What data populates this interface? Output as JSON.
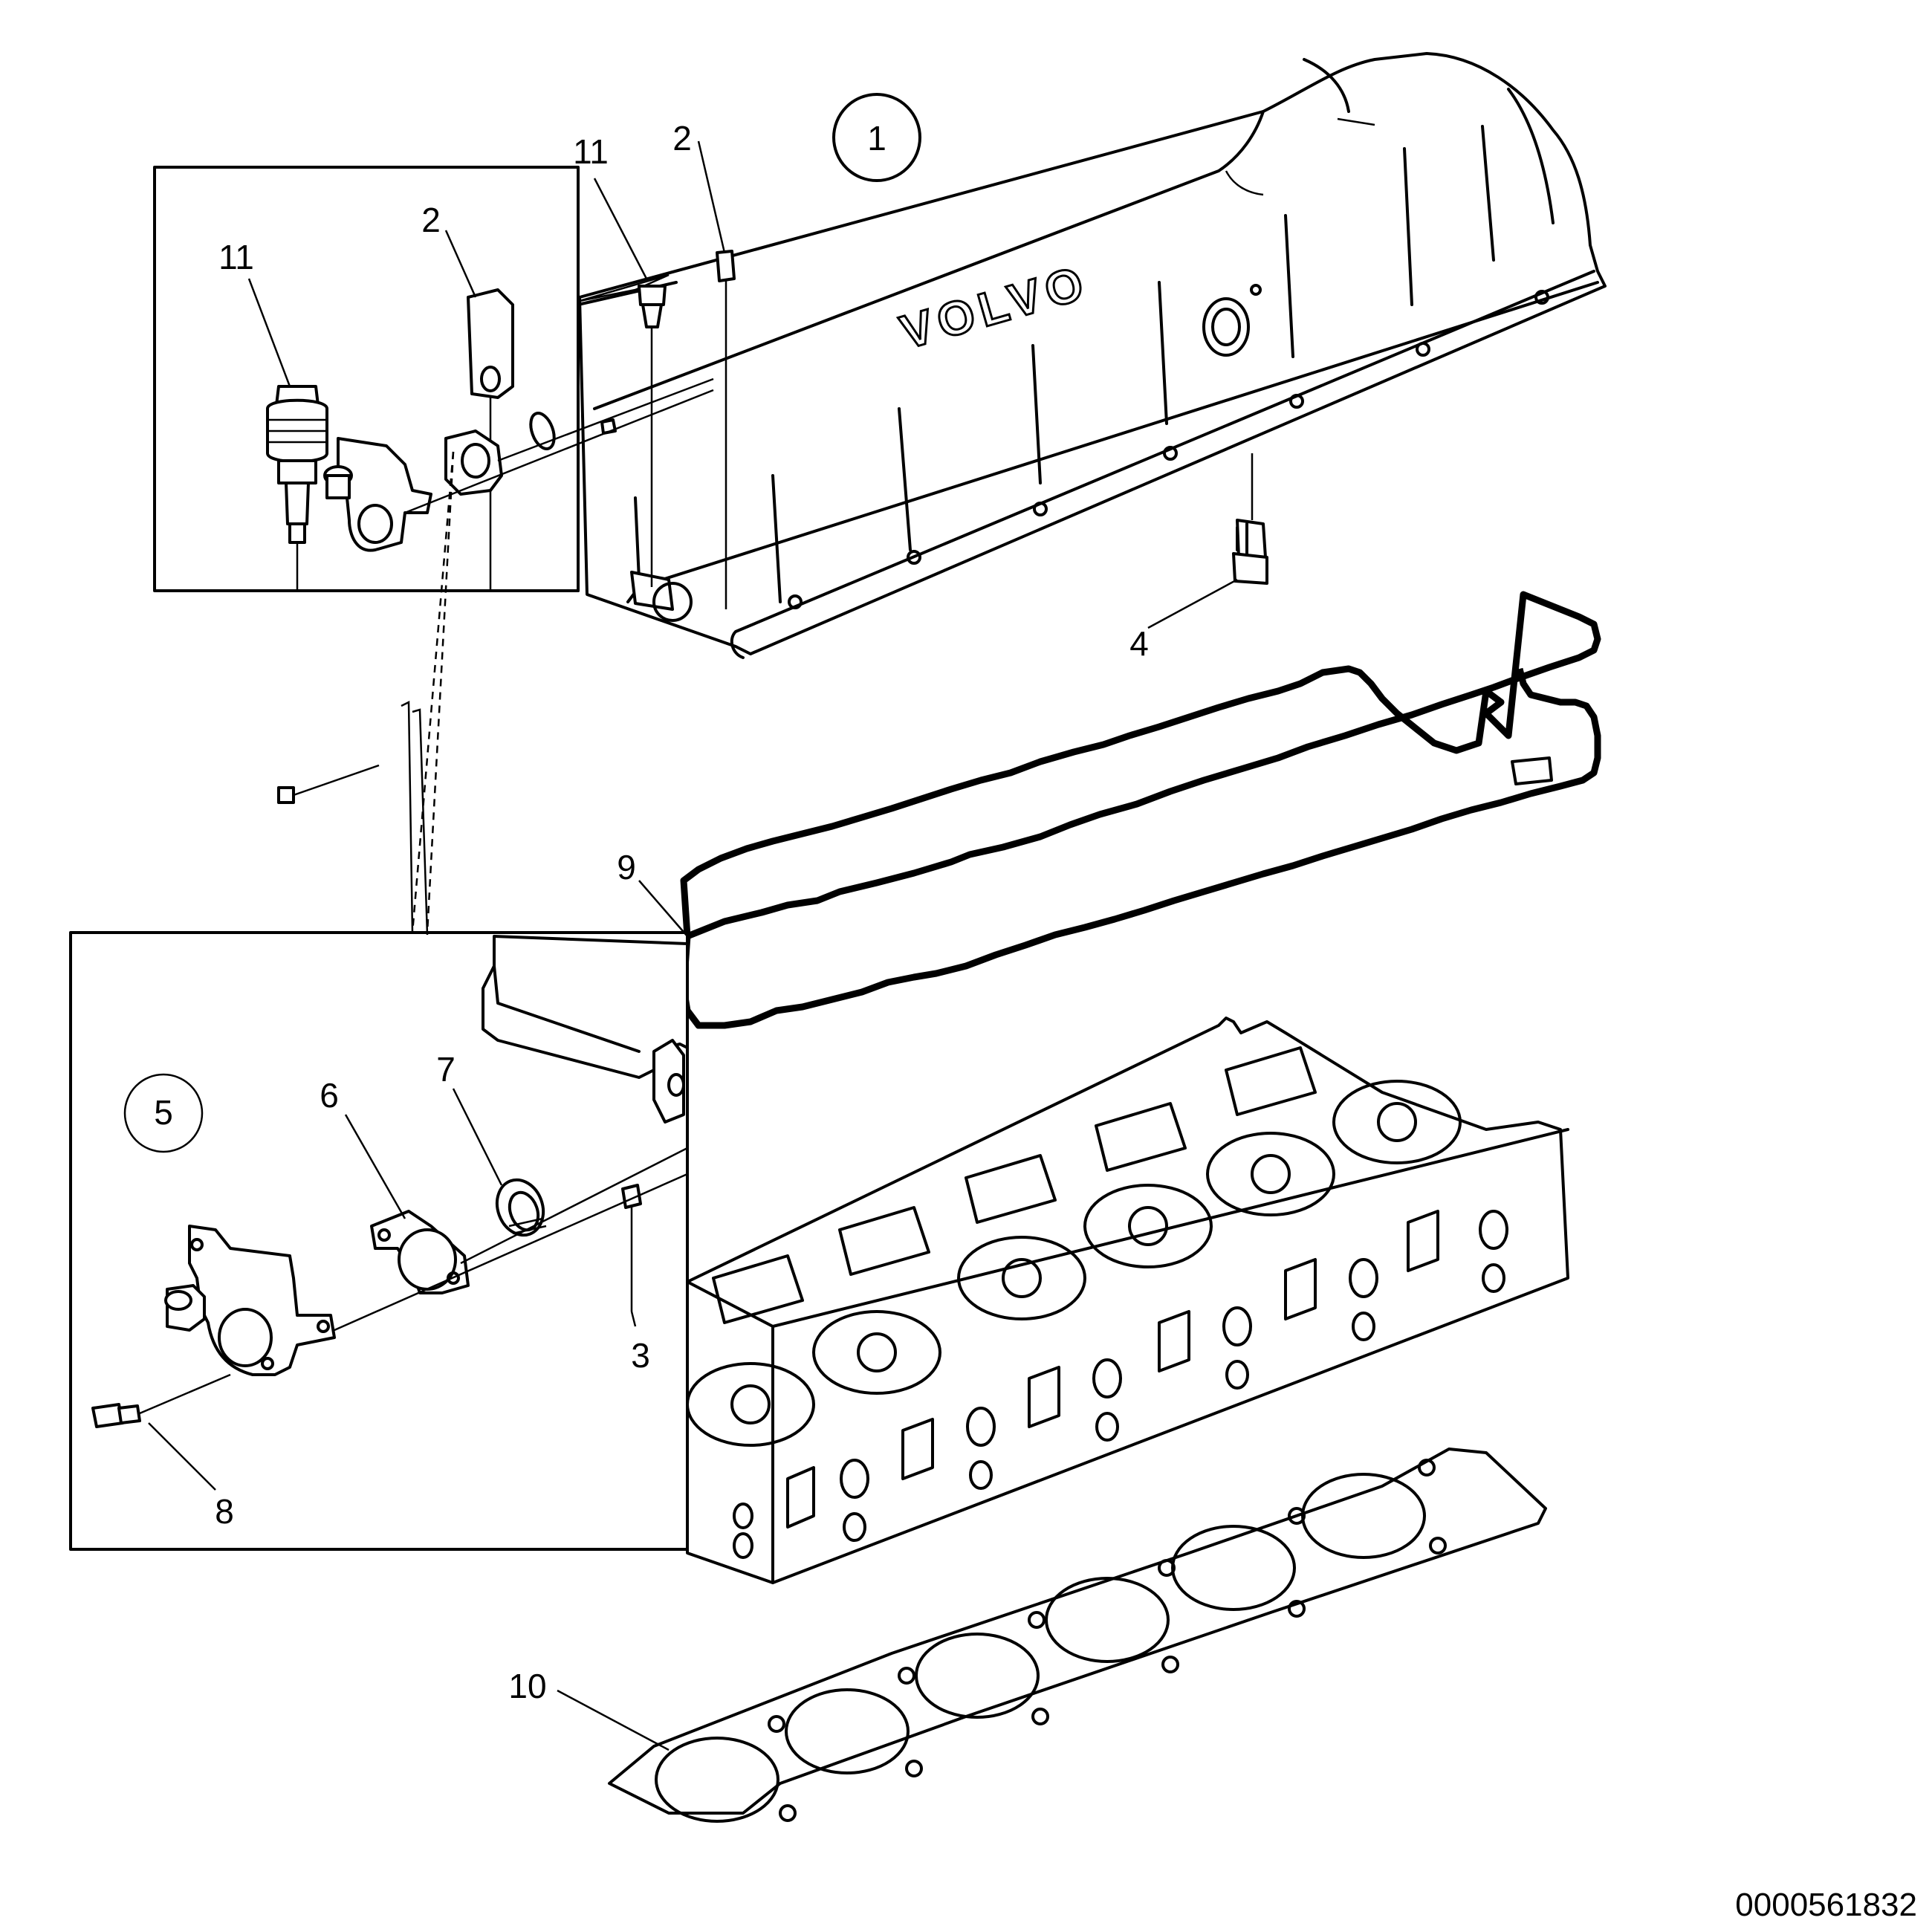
{
  "diagram": {
    "brand_text": "VOLVO",
    "document_number": "0000561832",
    "callouts": [
      {
        "id": "c1",
        "text": "1"
      },
      {
        "id": "c2a",
        "text": "2"
      },
      {
        "id": "c2b",
        "text": "2"
      },
      {
        "id": "c3",
        "text": "3"
      },
      {
        "id": "c4",
        "text": "4"
      },
      {
        "id": "c5",
        "text": "5"
      },
      {
        "id": "c6",
        "text": "6"
      },
      {
        "id": "c7",
        "text": "7"
      },
      {
        "id": "c8",
        "text": "8"
      },
      {
        "id": "c9",
        "text": "9"
      },
      {
        "id": "c10",
        "text": "10"
      },
      {
        "id": "c11a",
        "text": "11"
      },
      {
        "id": "c11b",
        "text": "11"
      }
    ],
    "parts": [
      "valve-cover",
      "valve-cover-gasket",
      "cylinder-head",
      "cylinder-head-gasket",
      "detail-view-sensor",
      "detail-view-cover-end",
      "sensor-bracket",
      "bracket-flange",
      "seal-ring",
      "sleeve",
      "flange-bolt",
      "clip"
    ]
  }
}
